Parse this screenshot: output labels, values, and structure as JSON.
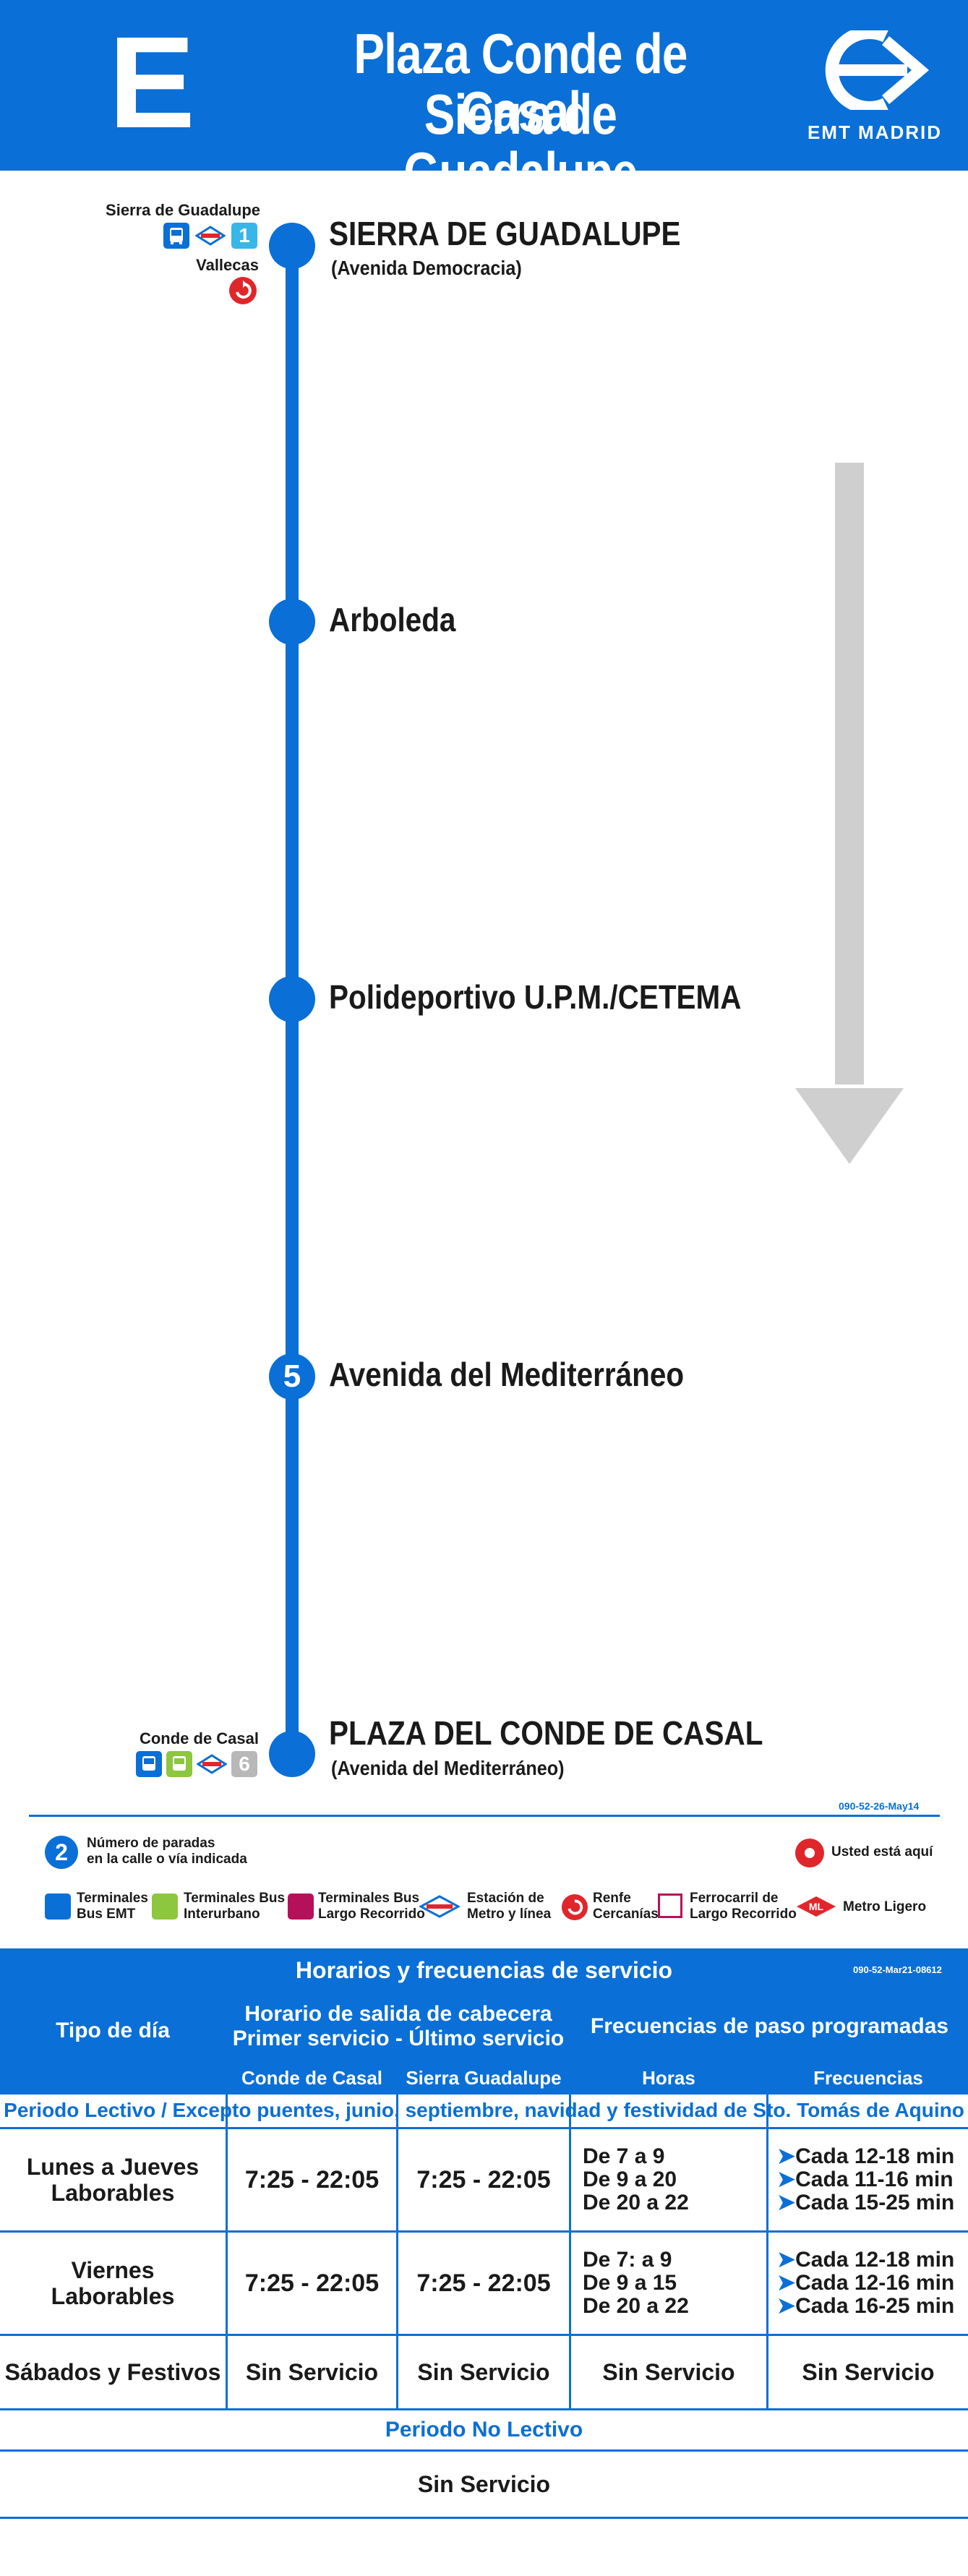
{
  "header": {
    "line": "E",
    "title_line1": "Plaza Conde de Casal",
    "title_line2": "Sierra de Guadalupe",
    "brand": "EMT MADRID"
  },
  "stops": [
    {
      "name": "SIERRA DE GUADALUPE",
      "sub": "(Avenida Democracia)"
    },
    {
      "name": "Arboleda"
    },
    {
      "name": "Polideportivo U.P.M./CETEMA"
    },
    {
      "name": "Avenida del Mediterráneo",
      "count": "5"
    },
    {
      "name": "PLAZA DEL CONDE DE CASAL",
      "sub": "(Avenida del Mediterráneo)"
    }
  ],
  "connections": {
    "sierra_label": "Sierra de Guadalupe",
    "sierra_metro_line": "1",
    "vallecas_label": "Vallecas",
    "conde_label": "Conde de Casal",
    "conde_metro_line": "6"
  },
  "codes": {
    "diagram": "090-52-26-May14",
    "table": "090-52-Mar21-08612"
  },
  "legend": {
    "stops_count_num": "2",
    "stops_count_l1": "Número de paradas",
    "stops_count_l2": "en la calle o vía indicada",
    "here": "Usted está aquí",
    "emt_l1": "Terminales",
    "emt_l2": "Bus EMT",
    "inter_l1": "Terminales Bus",
    "inter_l2": "Interurbano",
    "largo_l1": "Terminales Bus",
    "largo_l2": "Largo Recorrido",
    "metro_l1": "Estación de",
    "metro_l2": "Metro y línea",
    "renfe_l1": "Renfe",
    "renfe_l2": "Cercanías",
    "ferro_l1": "Ferrocarril de",
    "ferro_l2": "Largo Recorrido",
    "ligero": "Metro Ligero"
  },
  "schedule": {
    "title": "Horarios y frecuencias de servicio",
    "col_tipo": "Tipo de día",
    "col_horario_l1": "Horario de salida de cabecera",
    "col_horario_l2": "Primer servicio - Último servicio",
    "col_freq": "Frecuencias de paso programadas",
    "sub_conde": "Conde de Casal",
    "sub_sierra": "Sierra Guadalupe",
    "sub_horas": "Horas",
    "sub_frecuencias": "Frecuencias",
    "period_lectivo": "Periodo Lectivo / Excepto puentes, junio, septiembre, navidad y festividad de Sto. Tomás de Aquino",
    "rows": [
      {
        "day_l1": "Lunes a Jueves",
        "day_l2": "Laborables",
        "conde": "7:25 - 22:05",
        "sierra": "7:25 - 22:05",
        "horas": [
          "De 7 a 9",
          "De 9 a 20",
          "De 20 a 22"
        ],
        "freqs": [
          "Cada 12-18 min",
          "Cada 11-16 min",
          "Cada 15-25 min"
        ]
      },
      {
        "day_l1": "Viernes",
        "day_l2": "Laborables",
        "conde": "7:25 - 22:05",
        "sierra": "7:25 - 22:05",
        "horas": [
          "De 7: a 9",
          "De 9 a 15",
          "De 20 a 22"
        ],
        "freqs": [
          "Cada 12-18 min",
          "Cada 12-16 min",
          "Cada 16-25 min"
        ]
      },
      {
        "day_l1": "Sábados y Festivos",
        "conde": "Sin Servicio",
        "sierra": "Sin Servicio",
        "horas_single": "Sin Servicio",
        "freq_single": "Sin Servicio"
      }
    ],
    "period_no_lectivo": "Periodo No Lectivo",
    "no_lectivo_value": "Sin Servicio"
  },
  "colors": {
    "brand_blue": "#0a6fd6",
    "arrow_gray": "#cfcfcf",
    "renfe_red": "#e0262b",
    "inter_green": "#8dc63f",
    "largo_magenta": "#b5115a"
  }
}
